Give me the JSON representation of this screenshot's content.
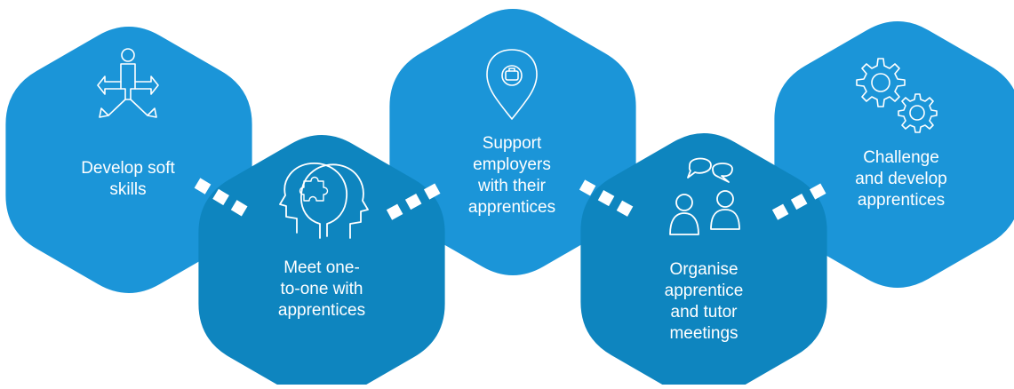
{
  "colors": {
    "light_blue": "#1B95D8",
    "dark_blue": "#0E85BF",
    "line": "#ffffff"
  },
  "hexagons": [
    {
      "label": "Develop soft\nskills",
      "icon": "person-crossroads-icon",
      "tone": "light"
    },
    {
      "label": "Meet one-\nto-one with\napprentices",
      "icon": "heads-puzzle-icon",
      "tone": "dark"
    },
    {
      "label": "Support\nemployers\nwith their\napprentices",
      "icon": "location-pin-icon",
      "tone": "light"
    },
    {
      "label": "Organise\napprentice\nand tutor\nmeetings",
      "icon": "people-chat-icon",
      "tone": "dark"
    },
    {
      "label": "Challenge\nand develop\napprentices",
      "icon": "gears-icon",
      "tone": "light"
    }
  ]
}
